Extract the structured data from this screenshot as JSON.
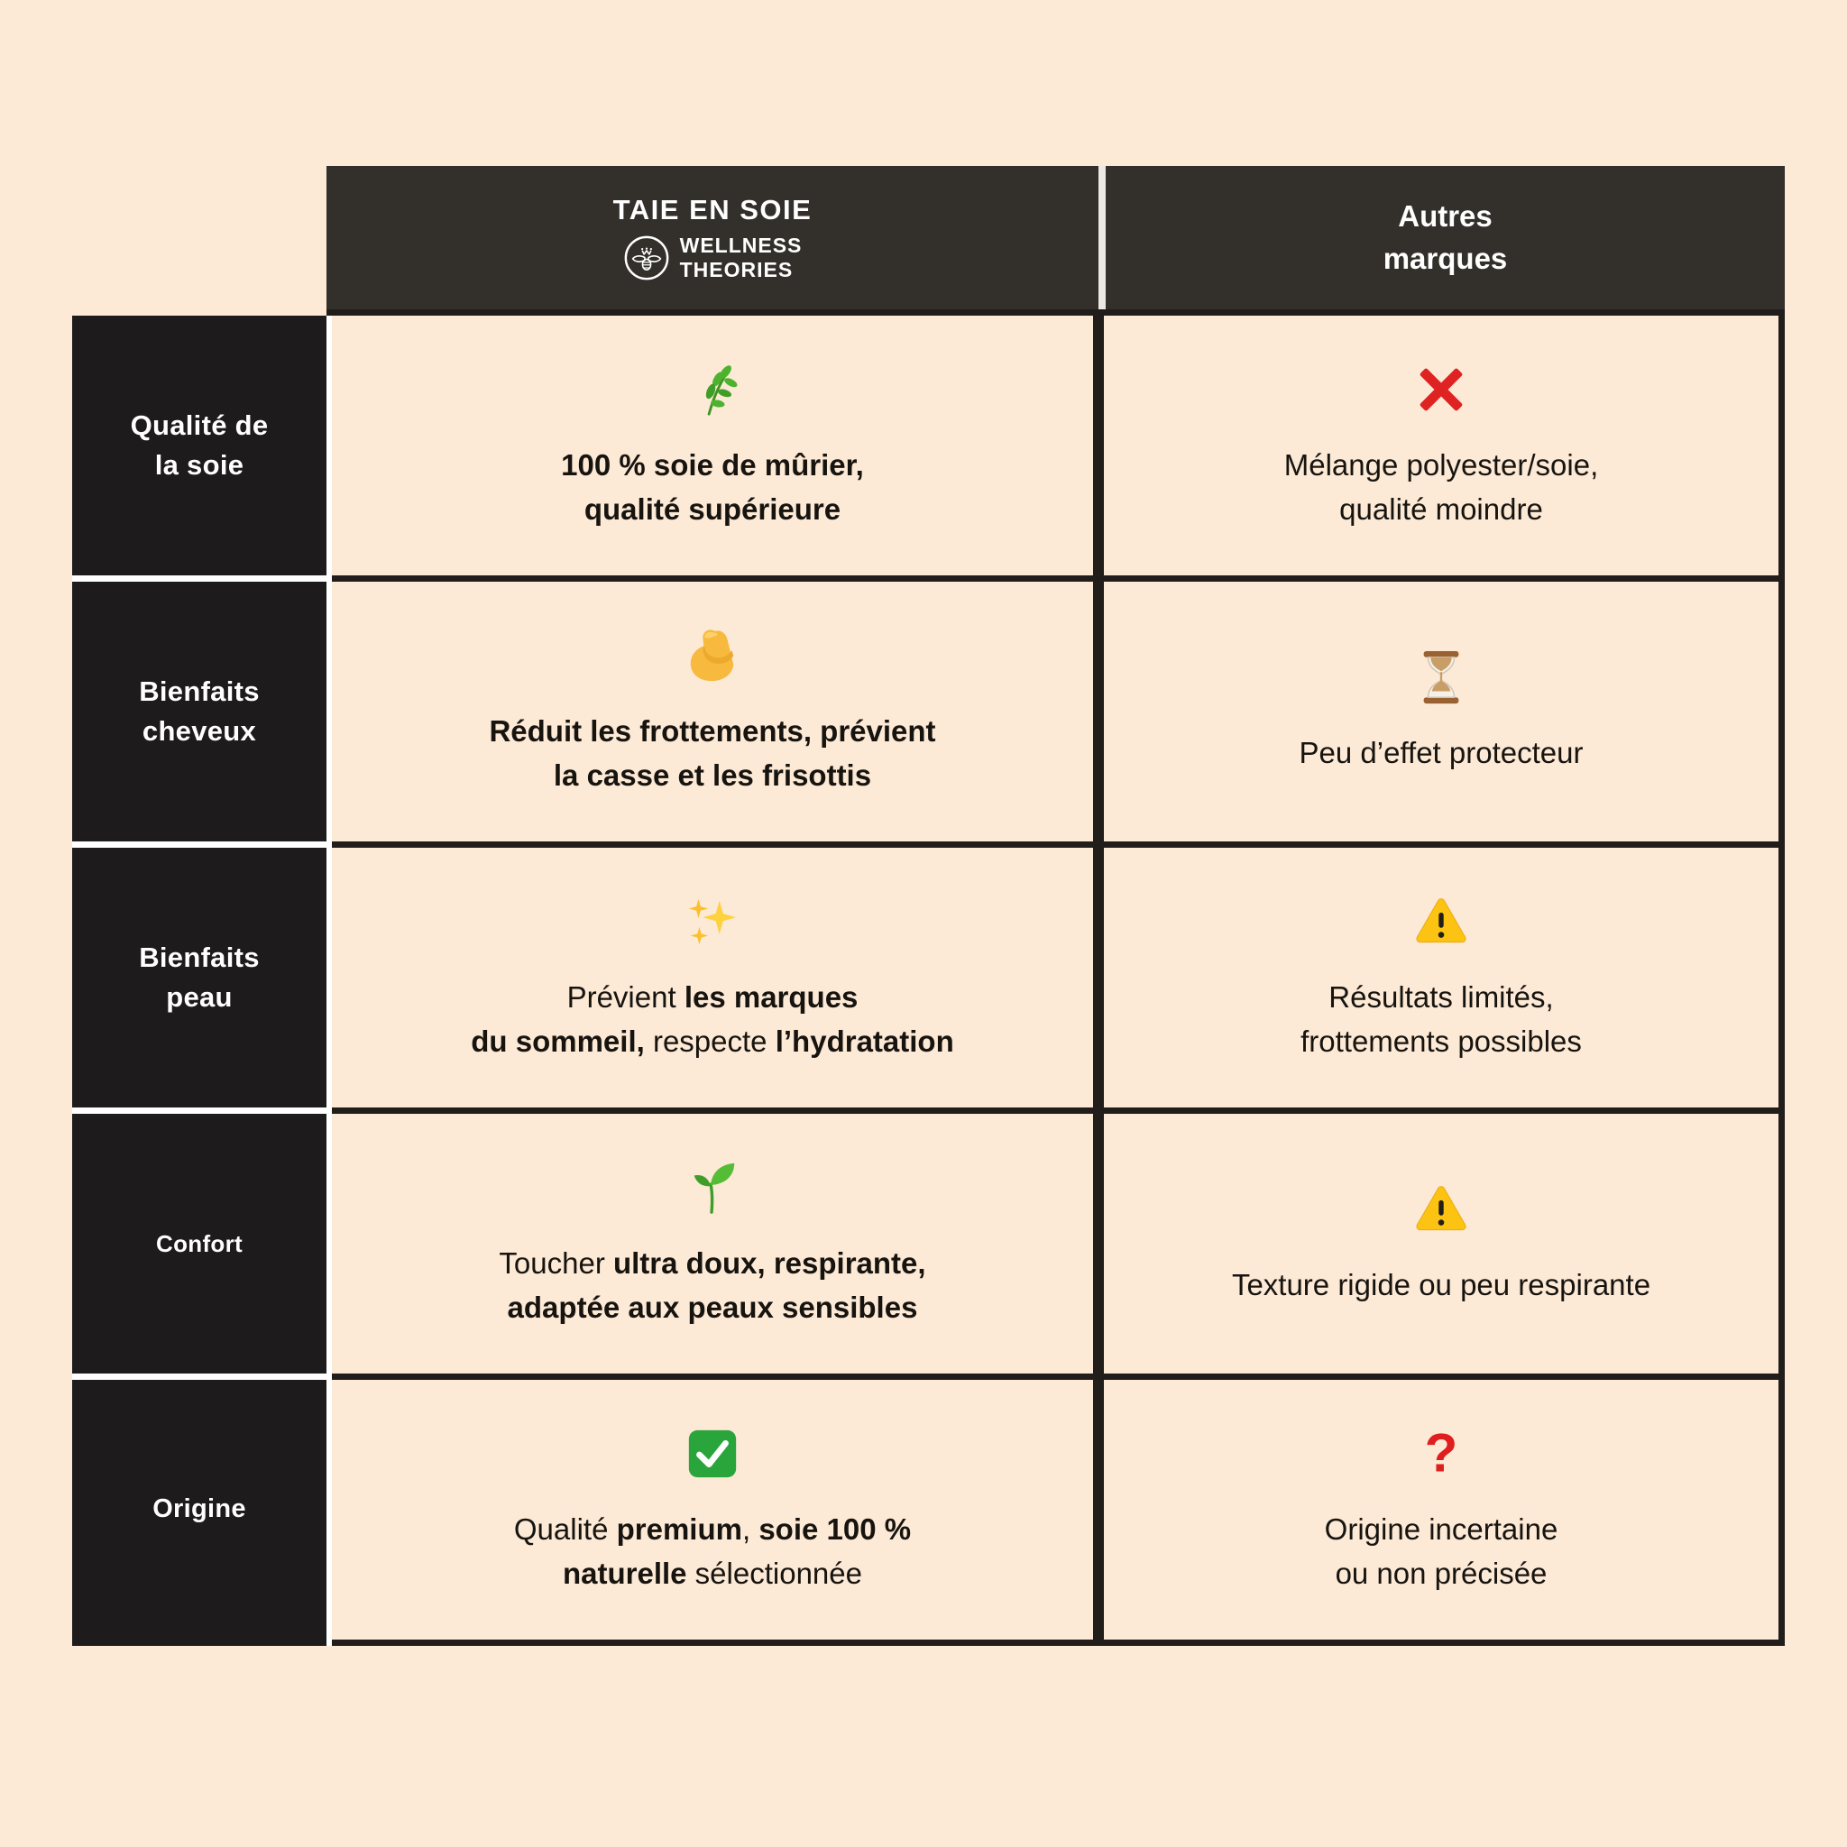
{
  "page": {
    "background": "#fce9d6"
  },
  "colors": {
    "header_bg": "#332f2b",
    "label_bg": "#1d1b1b",
    "grid_line": "#211d1b",
    "cream": "#fce9d6",
    "white_gap": "#ffffff",
    "text": "#17140f",
    "red": "#df2222",
    "green_check": "#2aa53b",
    "warning_yellow": "#fdc312"
  },
  "header": {
    "brand": {
      "title": "TAIE EN SOIE",
      "logo": "bee-logo-icon",
      "name_line1": "WELLNESS",
      "name_line2": "THEORIES"
    },
    "competitor": {
      "line1": "Autres",
      "line2": "marques"
    }
  },
  "rows": [
    {
      "label_lines": [
        "Qualité de",
        "la soie"
      ],
      "brand": {
        "icon": "herb-icon",
        "lines": [
          [
            {
              "t": "100 % soie de mûrier,",
              "b": true
            }
          ],
          [
            {
              "t": "qualité supérieure",
              "b": true
            }
          ]
        ]
      },
      "competitor": {
        "icon": "cross-icon",
        "lines": [
          [
            {
              "t": "Mélange polyester/soie,",
              "b": false
            }
          ],
          [
            {
              "t": "qualité moindre",
              "b": false
            }
          ]
        ]
      }
    },
    {
      "label_lines": [
        "Bienfaits",
        "cheveux"
      ],
      "brand": {
        "icon": "biceps-icon",
        "lines": [
          [
            {
              "t": "Réduit les frottements, prévient",
              "b": true
            }
          ],
          [
            {
              "t": "la casse et les frisottis",
              "b": true
            }
          ]
        ]
      },
      "competitor": {
        "icon": "hourglass-icon",
        "lines": [
          [
            {
              "t": "Peu d’effet protecteur",
              "b": false
            }
          ]
        ]
      }
    },
    {
      "label_lines": [
        "Bienfaits",
        "peau"
      ],
      "brand": {
        "icon": "sparkles-icon",
        "lines": [
          [
            {
              "t": "Prévient ",
              "b": false
            },
            {
              "t": "les marques",
              "b": true
            }
          ],
          [
            {
              "t": "du sommeil,",
              "b": true
            },
            {
              "t": " respecte ",
              "b": false
            },
            {
              "t": "l’hydratation",
              "b": true
            }
          ]
        ]
      },
      "competitor": {
        "icon": "warning-icon",
        "lines": [
          [
            {
              "t": "Résultats limités,",
              "b": false
            }
          ],
          [
            {
              "t": "frottements possibles",
              "b": false
            }
          ]
        ]
      }
    },
    {
      "label_lines": [
        "Confort"
      ],
      "brand": {
        "icon": "seedling-icon",
        "lines": [
          [
            {
              "t": "Toucher ",
              "b": false
            },
            {
              "t": "ultra doux, respirante,",
              "b": true
            }
          ],
          [
            {
              "t": "adaptée aux peaux sensibles",
              "b": true
            }
          ]
        ]
      },
      "competitor": {
        "icon": "warning-icon",
        "lines": [
          [
            {
              "t": "Texture rigide ou peu respirante",
              "b": false
            }
          ]
        ]
      }
    },
    {
      "label_lines": [
        "Origine"
      ],
      "brand": {
        "icon": "check-icon",
        "lines": [
          [
            {
              "t": "Qualité ",
              "b": false
            },
            {
              "t": "premium",
              "b": true
            },
            {
              "t": ", ",
              "b": false
            },
            {
              "t": "soie 100 %",
              "b": true
            }
          ],
          [
            {
              "t": "naturelle",
              "b": true
            },
            {
              "t": " sélectionnée",
              "b": false
            }
          ]
        ]
      },
      "competitor": {
        "icon": "question-icon",
        "lines": [
          [
            {
              "t": "Origine incertaine",
              "b": false
            }
          ],
          [
            {
              "t": "ou non précisée",
              "b": false
            }
          ]
        ]
      }
    }
  ]
}
